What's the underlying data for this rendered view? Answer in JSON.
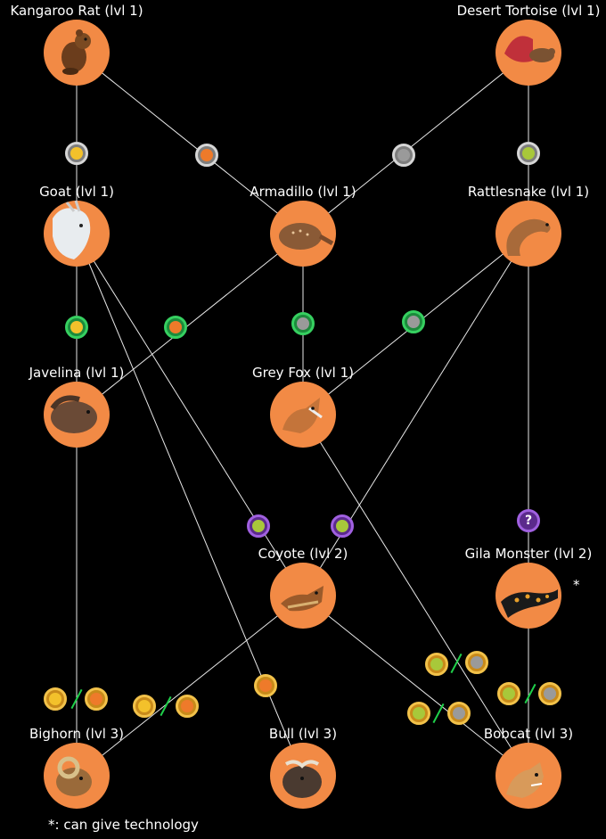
{
  "nodes": [
    {
      "id": "kangaroo-rat",
      "label": "Kangaroo Rat (lvl 1)",
      "animal": "kangaroo-rat-icon"
    },
    {
      "id": "desert-tortoise",
      "label": "Desert Tortoise (lvl 1)",
      "animal": "desert-tortoise-icon"
    },
    {
      "id": "goat",
      "label": "Goat (lvl 1)",
      "animal": "goat-icon"
    },
    {
      "id": "armadillo",
      "label": "Armadillo (lvl 1)",
      "animal": "armadillo-icon"
    },
    {
      "id": "rattlesnake",
      "label": "Rattlesnake (lvl 1)",
      "animal": "rattlesnake-icon"
    },
    {
      "id": "javelina",
      "label": "Javelina (lvl 1)",
      "animal": "javelina-icon"
    },
    {
      "id": "grey-fox",
      "label": "Grey Fox (lvl 1)",
      "animal": "grey-fox-icon"
    },
    {
      "id": "coyote",
      "label": "Coyote (lvl 2)",
      "animal": "coyote-icon"
    },
    {
      "id": "gila-monster",
      "label": "Gila Monster (lvl 2)",
      "animal": "gila-monster-icon"
    },
    {
      "id": "bighorn",
      "label": "Bighorn (lvl 3)",
      "animal": "bighorn-icon"
    },
    {
      "id": "bull",
      "label": "Bull (lvl 3)",
      "animal": "bull-icon"
    },
    {
      "id": "bobcat",
      "label": "Bobcat (lvl 3)",
      "animal": "bobcat-icon"
    }
  ],
  "edges": [
    [
      "kangaroo-rat",
      "goat"
    ],
    [
      "kangaroo-rat",
      "armadillo"
    ],
    [
      "desert-tortoise",
      "armadillo"
    ],
    [
      "desert-tortoise",
      "rattlesnake"
    ],
    [
      "goat",
      "javelina"
    ],
    [
      "armadillo",
      "javelina"
    ],
    [
      "armadillo",
      "grey-fox"
    ],
    [
      "rattlesnake",
      "grey-fox"
    ],
    [
      "goat",
      "coyote"
    ],
    [
      "goat",
      "bull"
    ],
    [
      "rattlesnake",
      "coyote"
    ],
    [
      "rattlesnake",
      "gila-monster"
    ],
    [
      "javelina",
      "bighorn"
    ],
    [
      "coyote",
      "bighorn"
    ],
    [
      "coyote",
      "bobcat"
    ],
    [
      "grey-fox",
      "bobcat"
    ],
    [
      "gila-monster",
      "bobcat"
    ]
  ],
  "badges": [
    {
      "style": "gray",
      "icon": "yellow-token-icon"
    },
    {
      "style": "gray",
      "icon": "orange-token-icon"
    },
    {
      "style": "gray",
      "icon": "gray-token-icon"
    },
    {
      "style": "gray",
      "icon": "lime-token-icon"
    },
    {
      "style": "green",
      "icon": "yellow-token-icon"
    },
    {
      "style": "green",
      "icon": "orange-token-icon"
    },
    {
      "style": "green",
      "icon": "gray-token-icon"
    },
    {
      "style": "green",
      "icon": "gray-token-icon"
    },
    {
      "style": "purple",
      "icon": "lime-token-icon"
    },
    {
      "style": "purple",
      "icon": "lime-token-icon"
    },
    {
      "style": "purple",
      "icon": "question-mark-icon",
      "text": "?"
    },
    {
      "style": "gold",
      "icon": "yellow-token-icon"
    },
    {
      "style": "gold",
      "icon": "orange-token-icon"
    },
    {
      "style": "gold",
      "icon": "yellow-token-icon"
    },
    {
      "style": "gold",
      "icon": "orange-token-icon"
    },
    {
      "style": "gold",
      "icon": "orange-token-icon"
    },
    {
      "style": "gold",
      "icon": "lime-token-icon"
    },
    {
      "style": "gold",
      "icon": "gray-token-icon"
    },
    {
      "style": "gold",
      "icon": "lime-token-icon"
    },
    {
      "style": "gold",
      "icon": "gray-token-icon"
    },
    {
      "style": "gold",
      "icon": "lime-token-icon"
    },
    {
      "style": "gold",
      "icon": "gray-token-icon"
    }
  ],
  "slash_count": 5,
  "asterisk": "*",
  "footnote": "*: can give technology"
}
